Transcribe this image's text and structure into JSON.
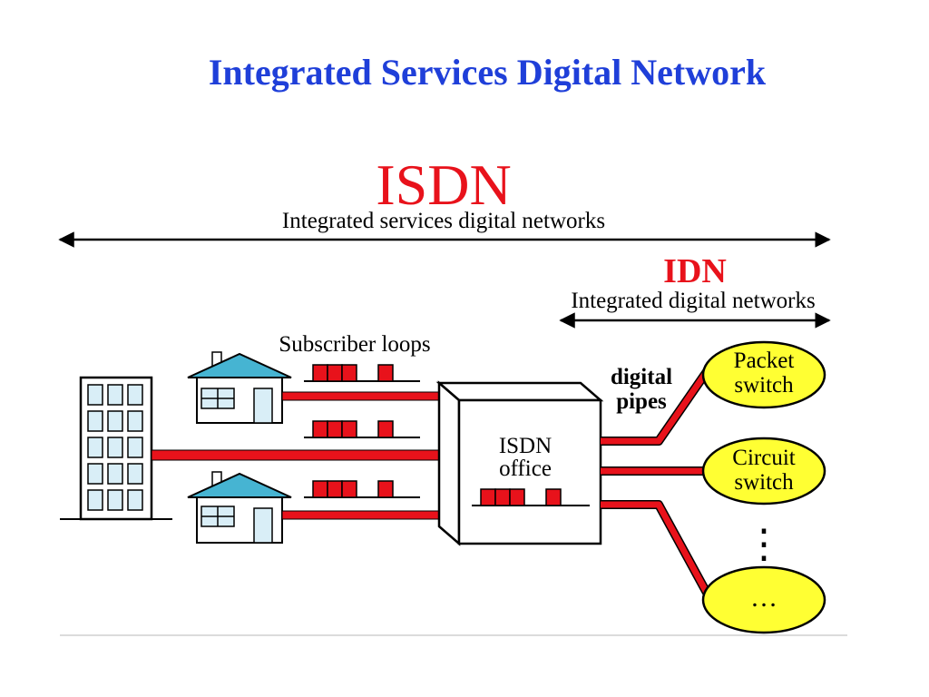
{
  "slide": {
    "title": "Integrated Services Digital Network"
  },
  "diagram": {
    "isdn": {
      "acronym": "ISDN",
      "expansion": "Integrated services digital networks"
    },
    "idn": {
      "acronym": "IDN",
      "expansion": "Integrated digital networks"
    },
    "subscriber_loops_label": "Subscriber loops",
    "office": {
      "line1": "ISDN",
      "line2": "office"
    },
    "digital_pipes": {
      "line1": "digital",
      "line2": "pipes"
    },
    "switches": [
      {
        "line1": "Packet",
        "line2": "switch"
      },
      {
        "line1": "Circuit",
        "line2": "switch"
      },
      {
        "line1": "…",
        "line2": ""
      }
    ],
    "vertical_ellipsis": "⋮",
    "colors": {
      "title_blue": "#1f3fd9",
      "acronym_red": "#e8121b",
      "pipe_red": "#e8121b",
      "roof_blue": "#46b4d2",
      "house_wall": "#ffffff",
      "window_fill": "#d9eef7",
      "switch_yellow": "#ffff33",
      "line_black": "#000000"
    }
  }
}
